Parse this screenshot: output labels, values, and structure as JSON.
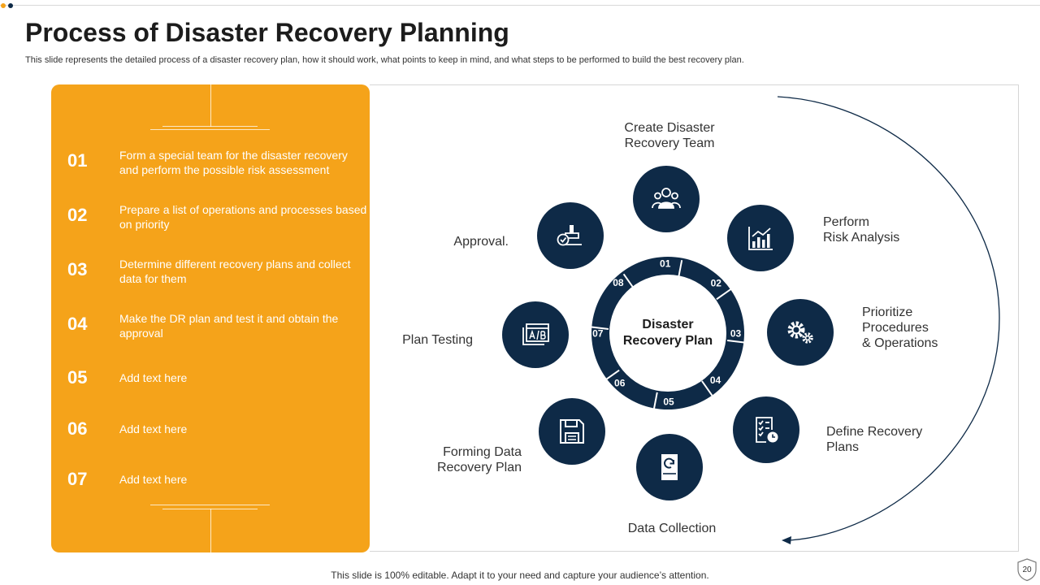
{
  "slide": {
    "title": "Process of Disaster Recovery Planning",
    "subtitle": "This slide represents the detailed process of a disaster recovery plan, how it should work, what points to keep in mind, and what steps to be performed to build the best recovery plan.",
    "footer": "This slide is 100% editable. Adapt it to your need and capture your audience’s attention.",
    "page_number": "20",
    "accent_color": "#f5a31a",
    "navy_color": "#0e2a47"
  },
  "steps": [
    {
      "num": "01",
      "text": "Form a special team for the disaster recovery and perform the possible risk assessment"
    },
    {
      "num": "02",
      "text": "Prepare a list of operations and processes based on priority"
    },
    {
      "num": "03",
      "text": "Determine different recovery plans and collect data for them"
    },
    {
      "num": "04",
      "text": "Make the DR plan and test it and obtain the approval"
    },
    {
      "num": "05",
      "text": "Add text here"
    },
    {
      "num": "06",
      "text": "Add text here"
    },
    {
      "num": "07",
      "text": "Add text here"
    }
  ],
  "cycle": {
    "center_line1": "Disaster",
    "center_line2": "Recovery Plan",
    "segments": [
      "01",
      "02",
      "03",
      "04",
      "05",
      "06",
      "07",
      "08"
    ],
    "nodes": [
      {
        "icon": "team-icon",
        "label_lines": [
          "Create Disaster",
          "Recovery Team"
        ]
      },
      {
        "icon": "bar-chart-icon",
        "label_lines": [
          "Perform",
          "Risk Analysis"
        ]
      },
      {
        "icon": "gears-icon",
        "label_lines": [
          "Prioritize",
          "Procedures",
          "& Operations"
        ]
      },
      {
        "icon": "checklist-clock-icon",
        "label_lines": [
          "Define Recovery",
          "Plans"
        ]
      },
      {
        "icon": "drive-restore-icon",
        "label_lines": [
          "Data Collection"
        ]
      },
      {
        "icon": "floppy-disk-icon",
        "label_lines": [
          "Forming Data",
          "Recovery Plan"
        ]
      },
      {
        "icon": "ab-test-icon",
        "label_lines": [
          "Plan Testing"
        ]
      },
      {
        "icon": "approval-stamp-icon",
        "label_lines": [
          "Approval."
        ]
      }
    ]
  }
}
